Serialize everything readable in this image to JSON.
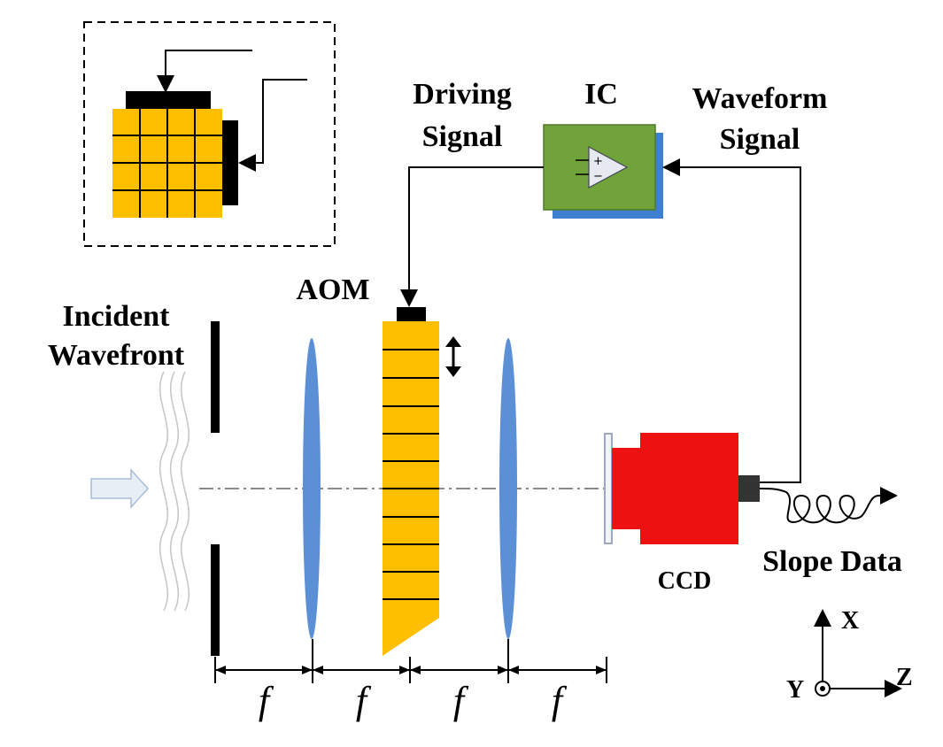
{
  "labels": {
    "incident_line1": "Incident",
    "incident_line2": "Wavefront",
    "aom": "AOM",
    "driving_line1": "Driving",
    "driving_line2": "Signal",
    "ic": "IC",
    "waveform_line1": "Waveform",
    "waveform_line2": "Signal",
    "ccd": "CCD",
    "slope_data": "Slope Data"
  },
  "focal_label": "f",
  "axes": {
    "x": "X",
    "y": "Y",
    "z": "Z"
  },
  "colors": {
    "aom_crystal": "#FFBE00",
    "lens": "#5B8FD6",
    "ic_box": "#70A33A",
    "ic_shadow": "#3F7FD1",
    "ccd_body": "#EE1111",
    "arrow_fill": "#E8EEF6"
  }
}
